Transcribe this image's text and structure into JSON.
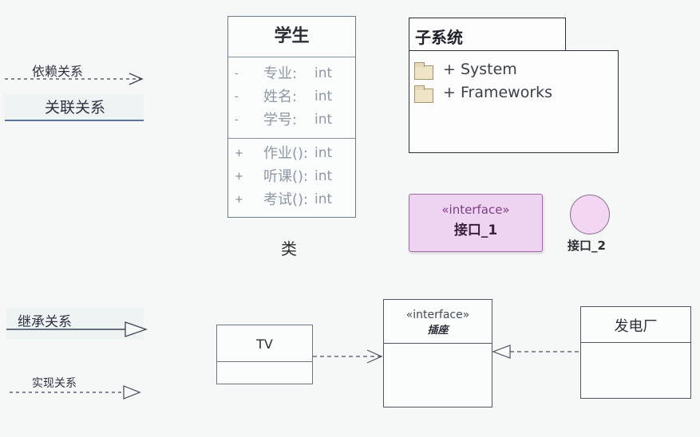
{
  "legend": {
    "dependency": "依赖关系",
    "association": "关联关系",
    "inheritance": "继承关系",
    "realization": "实现关系"
  },
  "class_diagram": {
    "name": "学生",
    "attributes": [
      {
        "visibility": "-",
        "name": "专业:",
        "type": "int"
      },
      {
        "visibility": "-",
        "name": "姓名:",
        "type": "int"
      },
      {
        "visibility": "-",
        "name": "学号:",
        "type": "int"
      }
    ],
    "operations": [
      {
        "visibility": "+",
        "name": "作业():",
        "type": "int"
      },
      {
        "visibility": "+",
        "name": "听课():",
        "type": "int"
      },
      {
        "visibility": "+",
        "name": "考试():",
        "type": "int"
      }
    ],
    "caption": "类"
  },
  "subsystem": {
    "title": "子系统",
    "items": [
      "+ System",
      "+ Frameworks"
    ]
  },
  "interface_box": {
    "stereotype": "«interface»",
    "name": "接口_1"
  },
  "interface_lollipop": {
    "label": "接口_2"
  },
  "tv": {
    "title": "TV"
  },
  "socket_interface": {
    "stereotype": "«interface»",
    "name": "插座"
  },
  "power_plant": {
    "title": "发电厂"
  },
  "colors": {
    "interface_fill": "#efd4f2",
    "lollipop_fill": "#f3d6f2",
    "folder_fill": "#f0e4c6",
    "line": "#3a4050"
  }
}
